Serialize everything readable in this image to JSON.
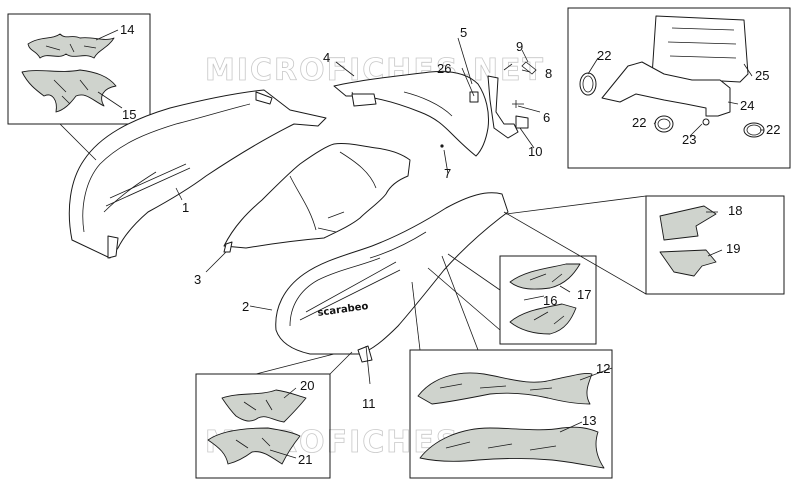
{
  "watermark": "MICROFICHES.NET",
  "brand_text": "scarabeo",
  "callouts": {
    "c1": "1",
    "c2": "2",
    "c3": "3",
    "c4": "4",
    "c5": "5",
    "c6": "6",
    "c7": "7",
    "c8": "8",
    "c9": "9",
    "c10": "10",
    "c11": "11",
    "c12": "12",
    "c13": "13",
    "c14": "14",
    "c15": "15",
    "c16": "16",
    "c17": "17",
    "c18": "18",
    "c19": "19",
    "c20": "20",
    "c21": "21",
    "c22a": "22",
    "c22b": "22",
    "c22c": "22",
    "c23": "23",
    "c24": "24",
    "c25": "25",
    "c26": "26"
  },
  "colors": {
    "decal_fill": "#cfd3cd",
    "line": "#1a1a1a",
    "watermark": "#c8c8c8"
  }
}
